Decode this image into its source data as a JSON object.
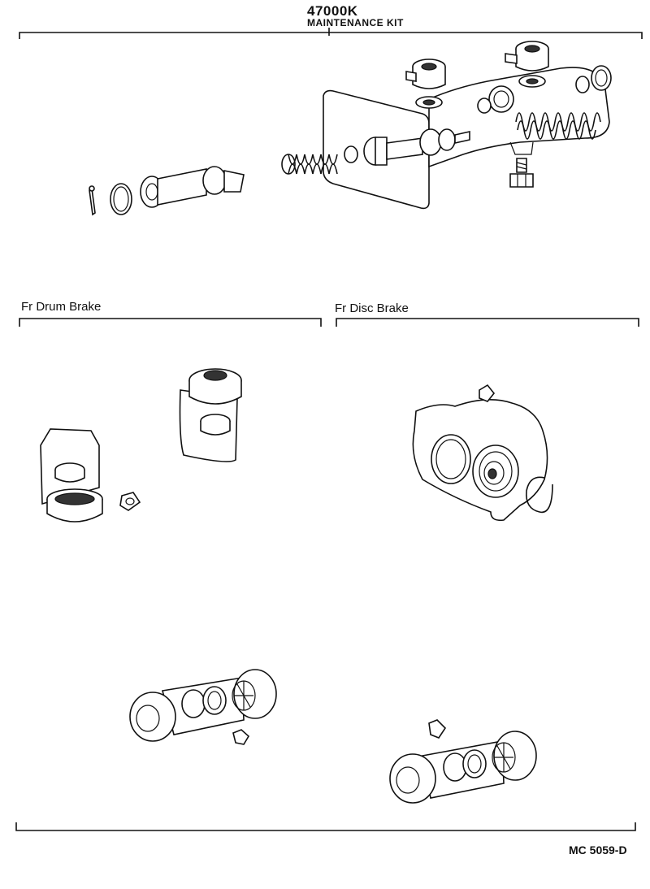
{
  "header": {
    "part_number": "47000K",
    "kit_name": "MAINTENANCE KIT"
  },
  "sections": [
    {
      "id": "drum",
      "title": "Fr Drum Brake"
    },
    {
      "id": "disc",
      "title": "Fr Disc Brake"
    }
  ],
  "footer": {
    "diagram_code": "MC  5059-D"
  }
}
